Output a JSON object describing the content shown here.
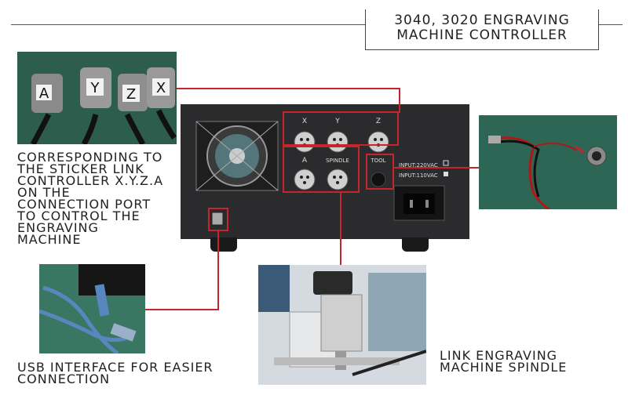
{
  "header": {
    "title": "3040, 3020 ENGRAVING\nMACHINE CONTROLLER"
  },
  "captions": {
    "connector": "CORRESPONDING TO\nTHE STICKER LINK\nCONTROLLER X.Y.Z.A\nON THE\nCONNECTION PORT\nTO CONTROL THE\nENGRAVING\nMACHINE",
    "usb": "USB INTERFACE FOR EASIER\nCONNECTION",
    "spindle": "LINK ENGRAVING\nMACHINE SPINDLE"
  },
  "controller_panel": {
    "port_x": "X",
    "port_y": "Y",
    "port_z": "Z",
    "port_a": "A",
    "spindle": "SPINDLE",
    "tool": "TOOL",
    "input_220": "INPUT:220VAC",
    "input_110": "INPUT:110VAC"
  },
  "connector_stickers": [
    "A",
    "Y",
    "Z",
    "X"
  ],
  "colors": {
    "callout_red": "#c8242c",
    "panel": "#2b2b2d"
  }
}
